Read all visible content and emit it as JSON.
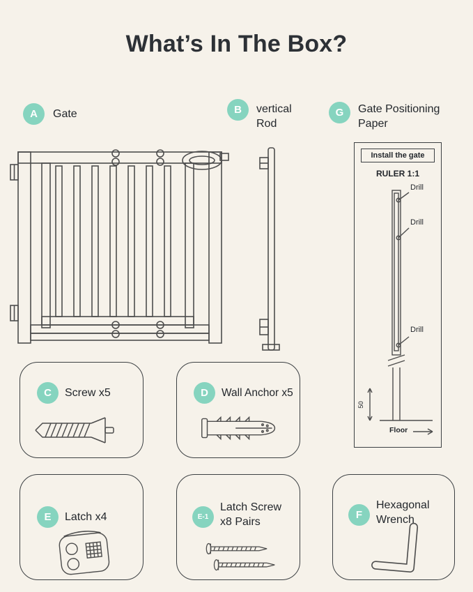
{
  "title": "What’s In The Box?",
  "parts": {
    "gate": {
      "badge": "A",
      "label": "Gate"
    },
    "rod": {
      "badge": "B",
      "label": "vertical Rod"
    },
    "paper": {
      "badge": "G",
      "label": "Gate Positioning Paper"
    },
    "screw": {
      "badge": "C",
      "label": "Screw x5"
    },
    "anchor": {
      "badge": "D",
      "label": "Wall Anchor x5"
    },
    "latch": {
      "badge": "E",
      "label": "Latch x4"
    },
    "latch_screw": {
      "badge": "E-1",
      "label": "Latch Screw x8 Pairs"
    },
    "wrench": {
      "badge": "F",
      "label": "Hexagonal Wrench"
    }
  },
  "sheet": {
    "header": "Install the gate",
    "ruler": "RULER 1:1",
    "drill_1": "Drill",
    "drill_2": "Drill",
    "drill_3": "Drill",
    "height_mark": "50",
    "floor": "Floor"
  },
  "colors": {
    "background": "#F6F2EA",
    "badge": "#86D4BF",
    "line_art": "#4D4D4D",
    "text": "#23272C"
  }
}
